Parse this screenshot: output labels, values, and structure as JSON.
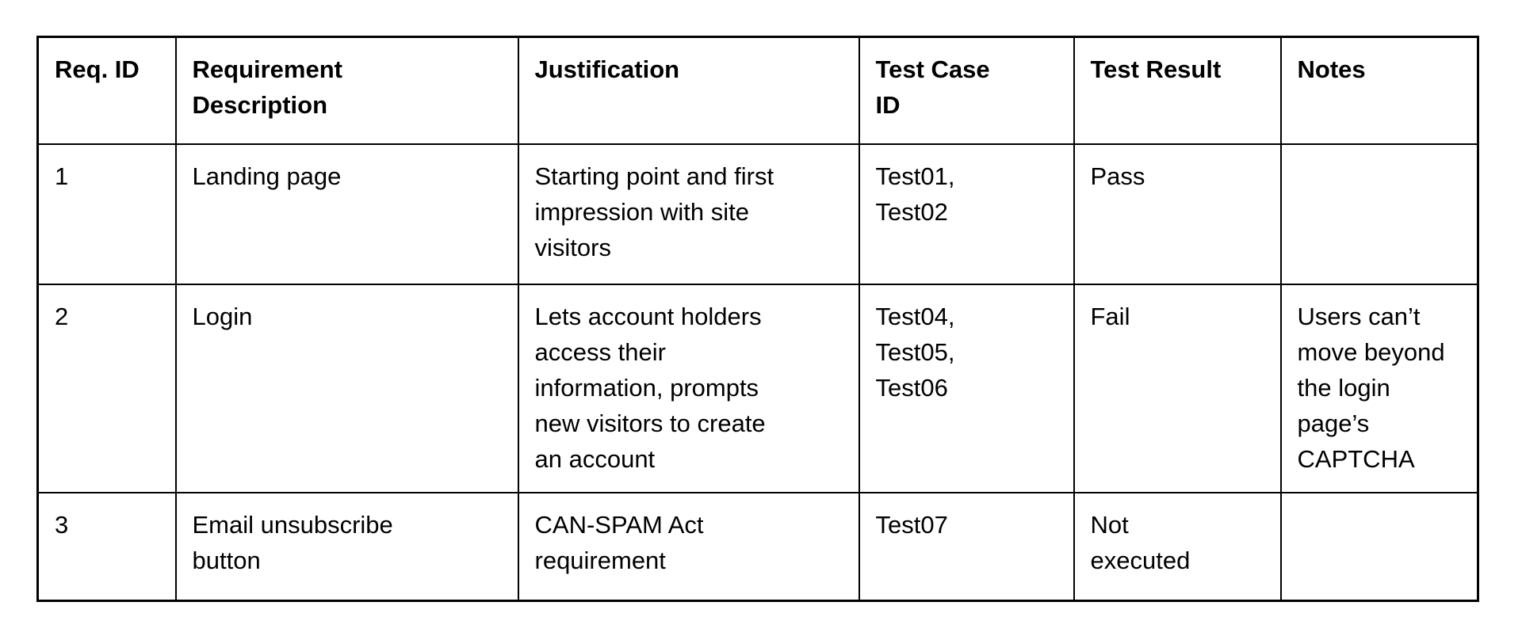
{
  "colors": {
    "background": "#ffffff",
    "border": "#000000",
    "text": "#000000"
  },
  "table": {
    "headers": {
      "req_id": "Req. ID",
      "description": "Requirement\nDescription",
      "justification": "Justification",
      "test_case_id": "Test Case\nID",
      "test_result": "Test Result",
      "notes": "Notes"
    },
    "rows": [
      {
        "req_id": "1",
        "description": "Landing page",
        "justification": "Starting point and first\nimpression with site\nvisitors",
        "test_case_id": "Test01,\nTest02",
        "test_result": "Pass",
        "notes": ""
      },
      {
        "req_id": "2",
        "description": "Login",
        "justification": "Lets account holders\naccess their\ninformation, prompts\nnew visitors to create\nan account",
        "test_case_id": "Test04,\nTest05,\nTest06",
        "test_result": "Fail",
        "notes": "Users can’t\nmove beyond\nthe login\npage’s\nCAPTCHA"
      },
      {
        "req_id": "3",
        "description": "Email unsubscribe\nbutton",
        "justification": "CAN-SPAM Act\nrequirement",
        "test_case_id": "Test07",
        "test_result": "Not\nexecuted",
        "notes": ""
      }
    ]
  }
}
